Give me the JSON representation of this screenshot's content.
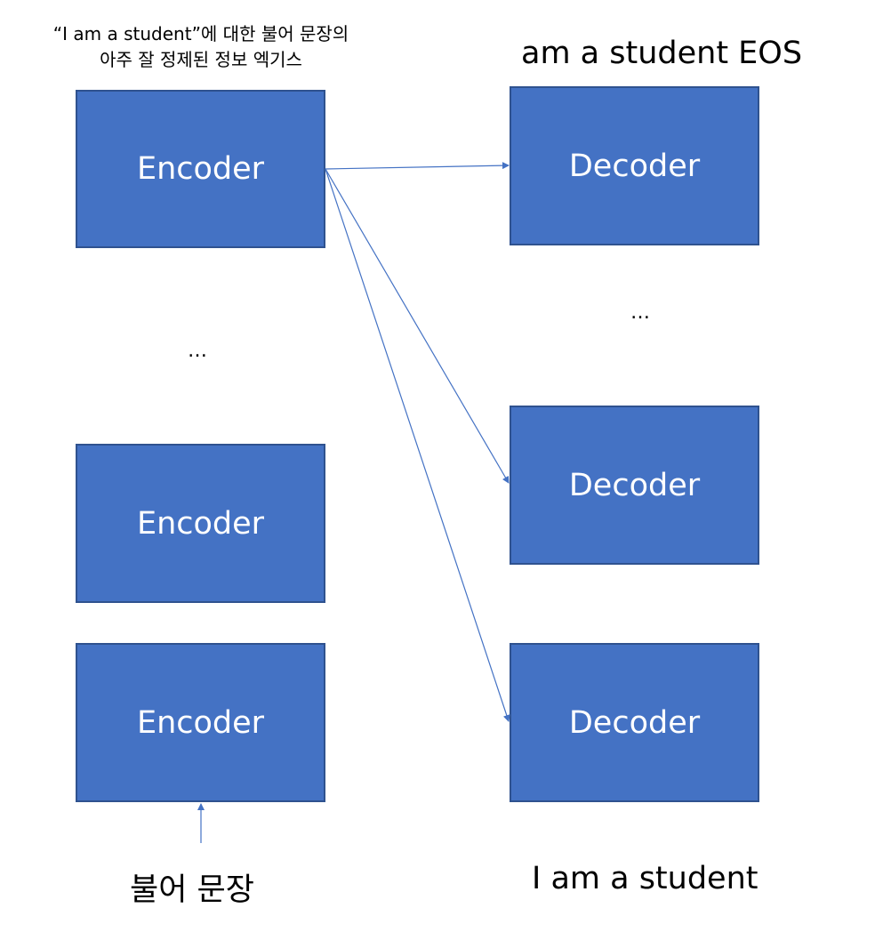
{
  "caption": {
    "line1": "“I am a student”에 대한 불어 문장의",
    "line2": "아주 잘 정제된 정보 엑기스"
  },
  "decoder_output_tokens": "am a student EOS",
  "decoder_input_tokens": "I am a student",
  "encoder_input_label": "불어 문장",
  "encoders": [
    {
      "label": "Encoder"
    },
    {
      "label": "Encoder"
    },
    {
      "label": "Encoder"
    }
  ],
  "decoders": [
    {
      "label": "Decoder"
    },
    {
      "label": "Decoder"
    },
    {
      "label": "Decoder"
    }
  ],
  "encoder_ellipsis": "…",
  "decoder_ellipsis": "…",
  "colors": {
    "box_fill": "#4472c4",
    "box_border": "#2f528f",
    "arrow": "#4472c4",
    "box_text": "#ffffff"
  }
}
